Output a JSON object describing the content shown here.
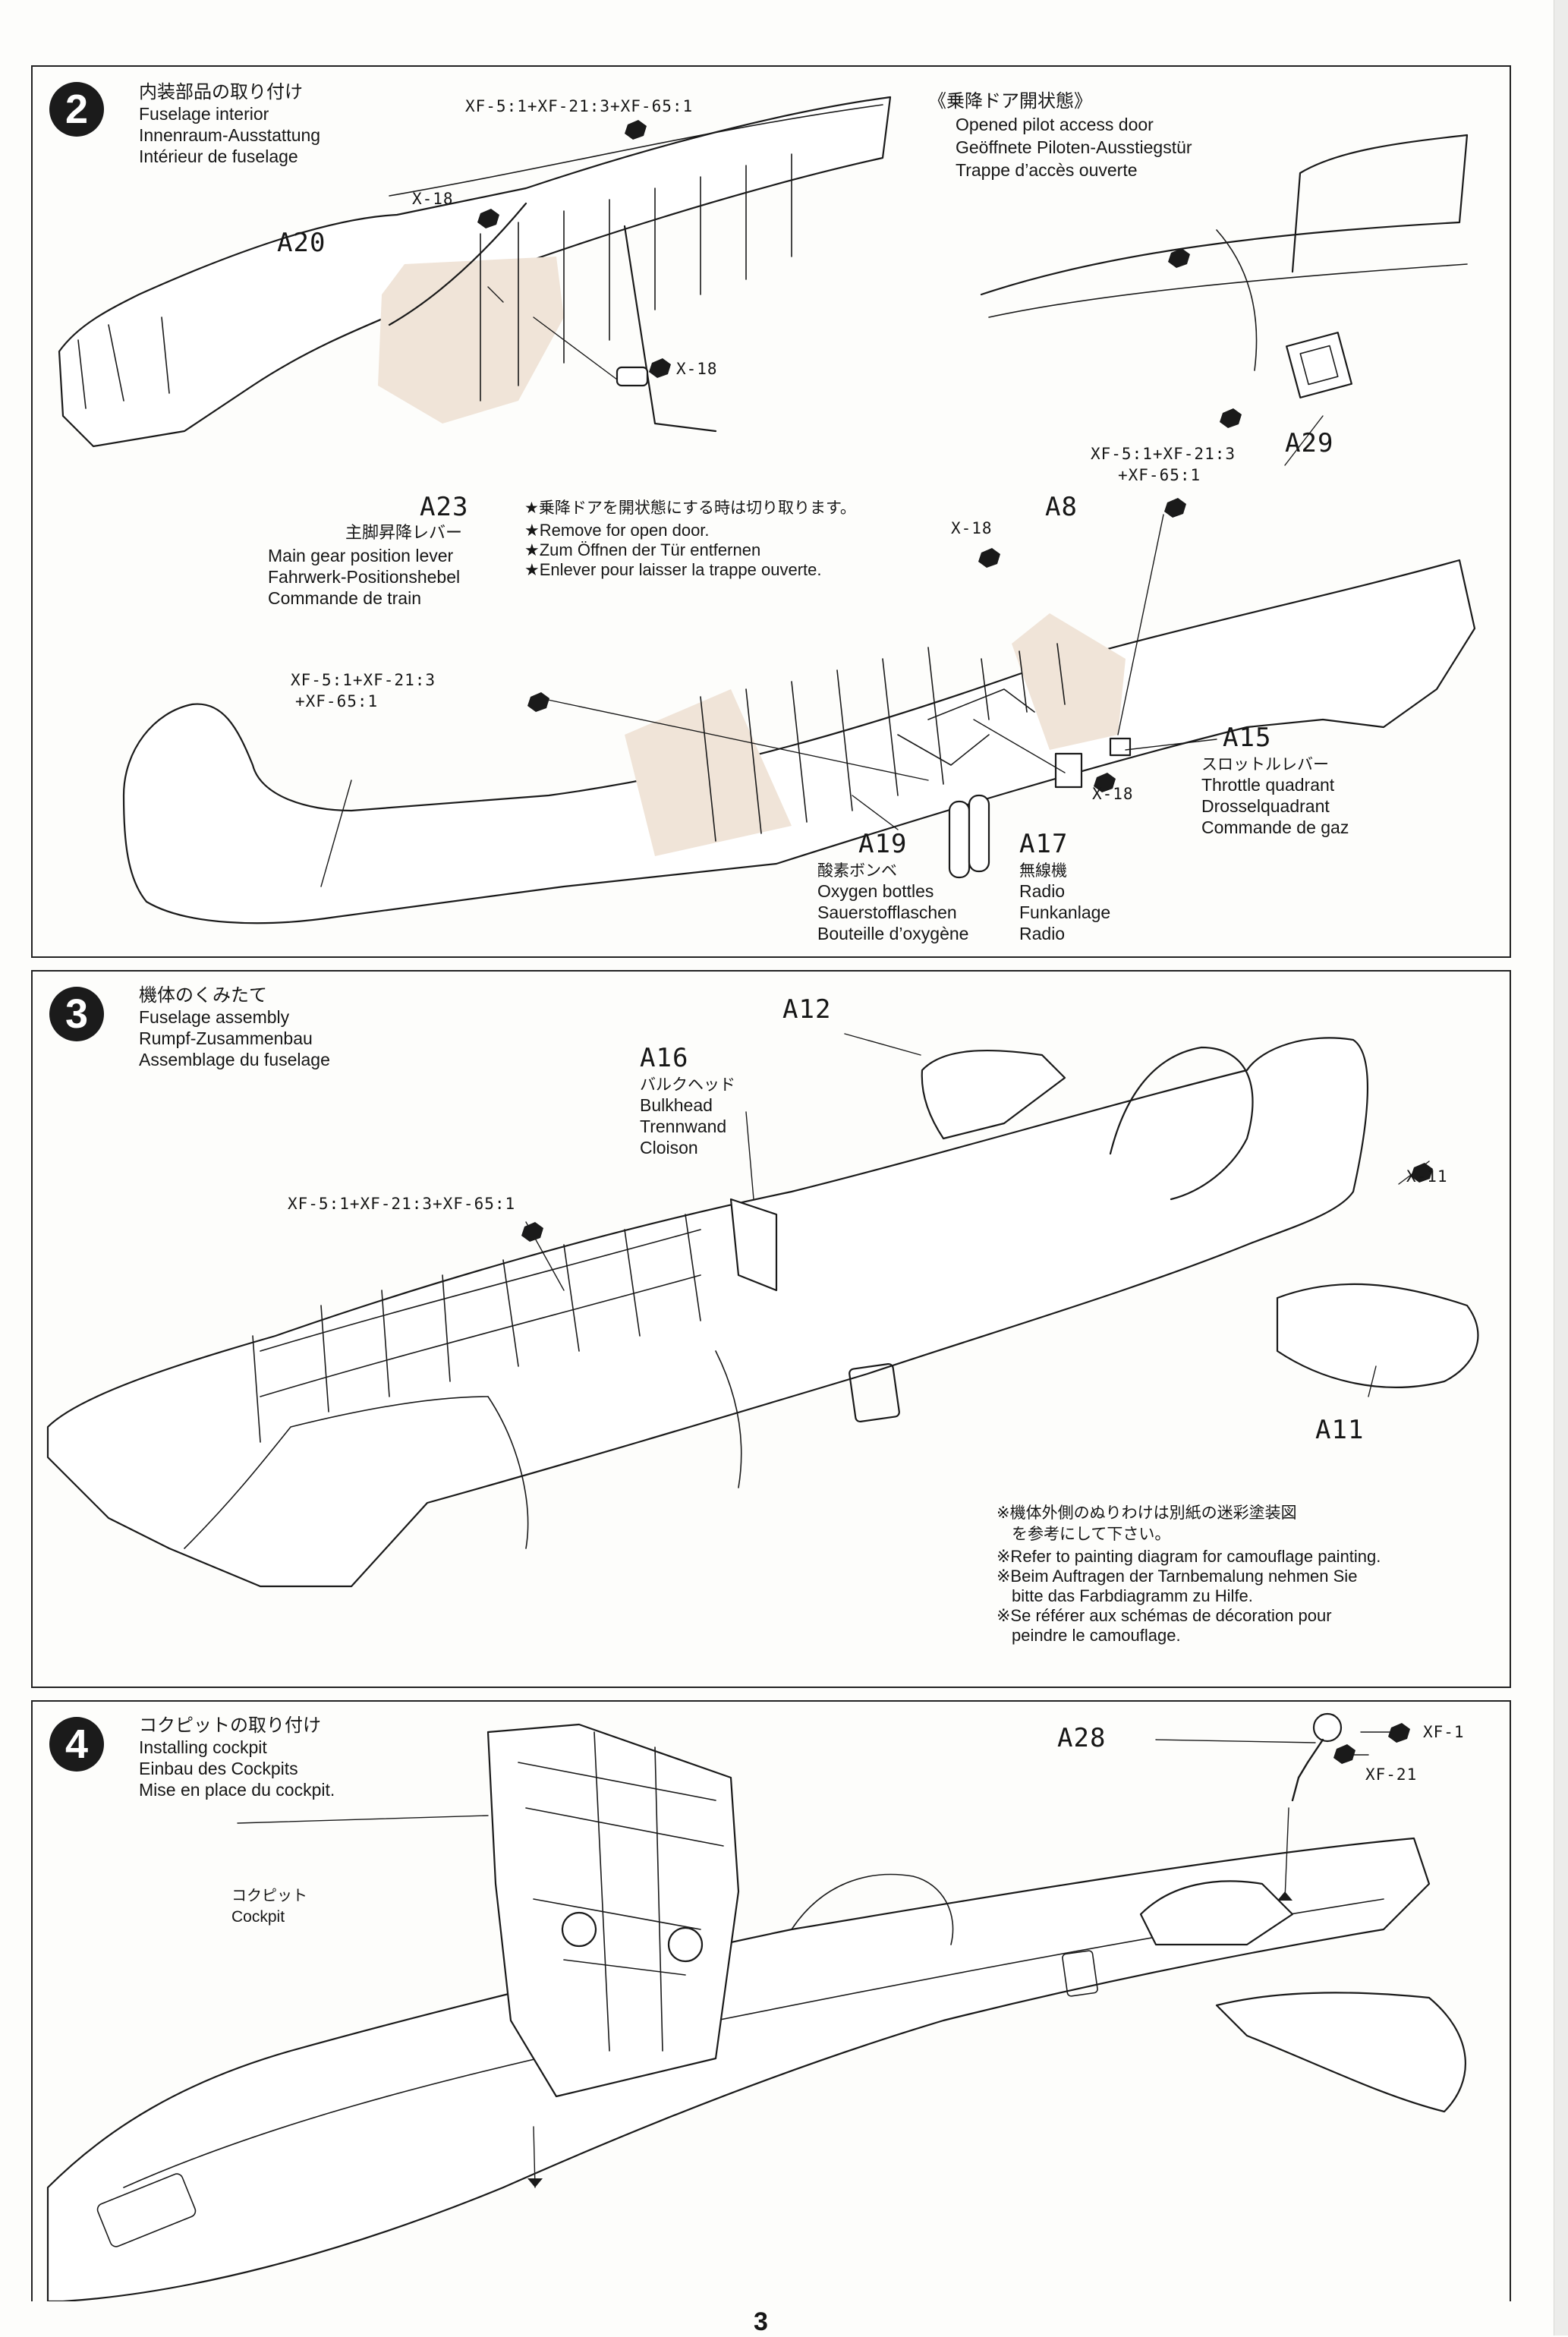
{
  "page_number": "3",
  "step2": {
    "number": "2",
    "title_jp": "内装部品の取り付け",
    "title_en": "Fuselage interior",
    "title_de": "Innenraum-Ausstattung",
    "title_fr": "Intérieur de fuselage",
    "paint_top": "XF-5:1+XF-21:3+XF-65:1",
    "paint_mid_1": "XF-5:1+XF-21:3",
    "paint_mid_2": "+XF-65:1",
    "paint_left_1": "XF-5:1+XF-21:3",
    "paint_left_2": "+XF-65:1",
    "x18_a": "X-18",
    "x18_b": "X-18",
    "x18_c": "X-18",
    "x18_d": "X-18",
    "a20": "A20",
    "a23": "A23",
    "a23_jp": "主脚昇降レバー",
    "a23_en": "Main gear position lever",
    "a23_de": "Fahrwerk-Positionshebel",
    "a23_fr": "Commande de train",
    "door_title_jp": "《乗降ドア開状態》",
    "door_en": "Opened pilot access door",
    "door_de": "Geöffnete Piloten-Ausstiegstür",
    "door_fr": "Trappe d’accès ouverte",
    "a29": "A29",
    "a8": "A8",
    "remove_jp": "★乗降ドアを開状態にする時は切り取ります。",
    "remove_en": "★Remove for open door.",
    "remove_de": "★Zum Öffnen der Tür entfernen",
    "remove_fr": "★Enlever pour laisser la trappe ouverte.",
    "a15": "A15",
    "a15_jp": "スロットルレバー",
    "a15_en": "Throttle quadrant",
    "a15_de": "Drosselquadrant",
    "a15_fr": "Commande de gaz",
    "a19": "A19",
    "a19_jp": "酸素ボンベ",
    "a19_en": "Oxygen bottles",
    "a19_de": "Sauerstofflaschen",
    "a19_fr": "Bouteille d’oxygène",
    "a17": "A17",
    "a17_jp": "無線機",
    "a17_en": "Radio",
    "a17_de": "Funkanlage",
    "a17_fr": "Radio"
  },
  "step3": {
    "number": "3",
    "title_jp": "機体のくみたて",
    "title_en": "Fuselage assembly",
    "title_de": "Rumpf-Zusammenbau",
    "title_fr": "Assemblage du fuselage",
    "a12": "A12",
    "a16": "A16",
    "a16_jp": "バルクヘッド",
    "a16_en": "Bulkhead",
    "a16_de": "Trennwand",
    "a16_fr": "Cloison",
    "paint": "XF-5:1+XF-21:3+XF-65:1",
    "x11": "X-11",
    "a11": "A11",
    "note_jp_1": "※機体外側のぬりわけは別紙の迷彩塗装図",
    "note_jp_2": "を参考にして下さい。",
    "note_en": "※Refer to painting diagram for camouflage painting.",
    "note_de_1": "※Beim Auftragen der Tarnbemalung nehmen Sie",
    "note_de_2": "bitte das Farbdiagramm zu Hilfe.",
    "note_fr_1": "※Se référer aux schémas de décoration pour",
    "note_fr_2": "peindre le camouflage."
  },
  "step4": {
    "number": "4",
    "title_jp": "コクピットの取り付け",
    "title_en": "Installing cockpit",
    "title_de": "Einbau des Cockpits",
    "title_fr": "Mise en place du cockpit.",
    "cockpit_jp": "コクピット",
    "cockpit_en": "Cockpit",
    "a28": "A28",
    "xf1": "XF-1",
    "xf21": "XF-21"
  }
}
